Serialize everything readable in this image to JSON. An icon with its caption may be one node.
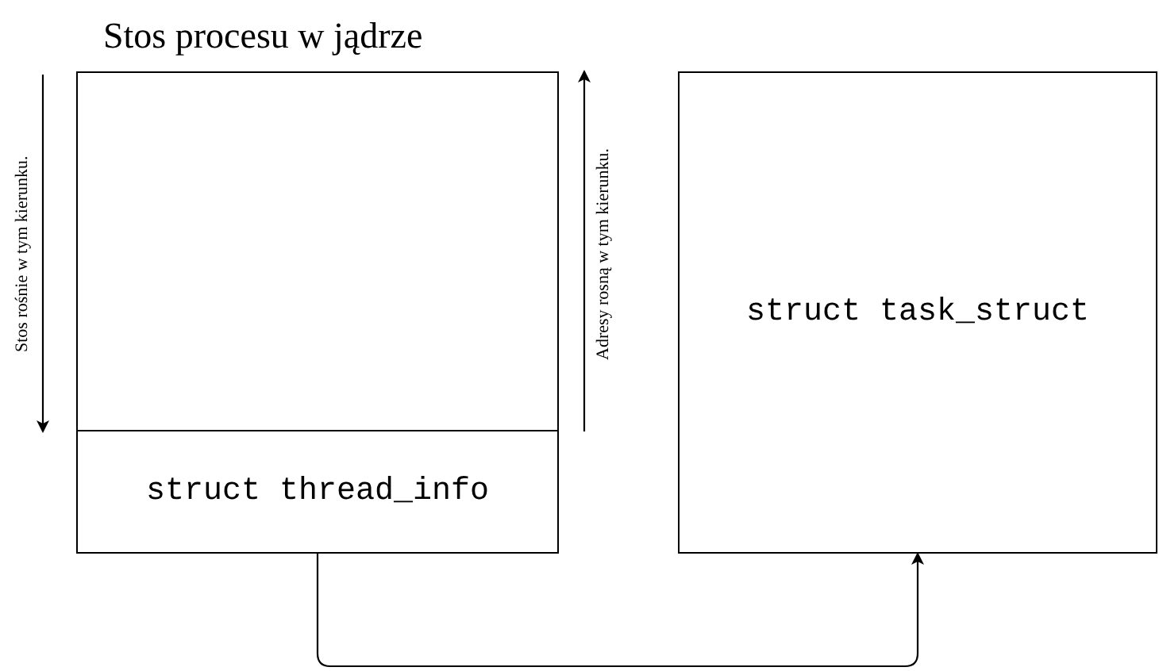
{
  "diagram": {
    "nodes": [
      {
        "text": [
          "Stos procesu w jądrze"
        ]
      },
      {
        "text": [
          "struct thread_info"
        ],
        "in": 0
      },
      {
        "text": [
          "struct task_struct"
        ]
      }
    ],
    "edges": [
      {
        "from": 1,
        "to": 2,
        "arrow": "to"
      }
    ],
    "labels": [
      "Stos rośnie w tym kierunku.",
      "Adresy rosną w tym kierunku."
    ]
  }
}
